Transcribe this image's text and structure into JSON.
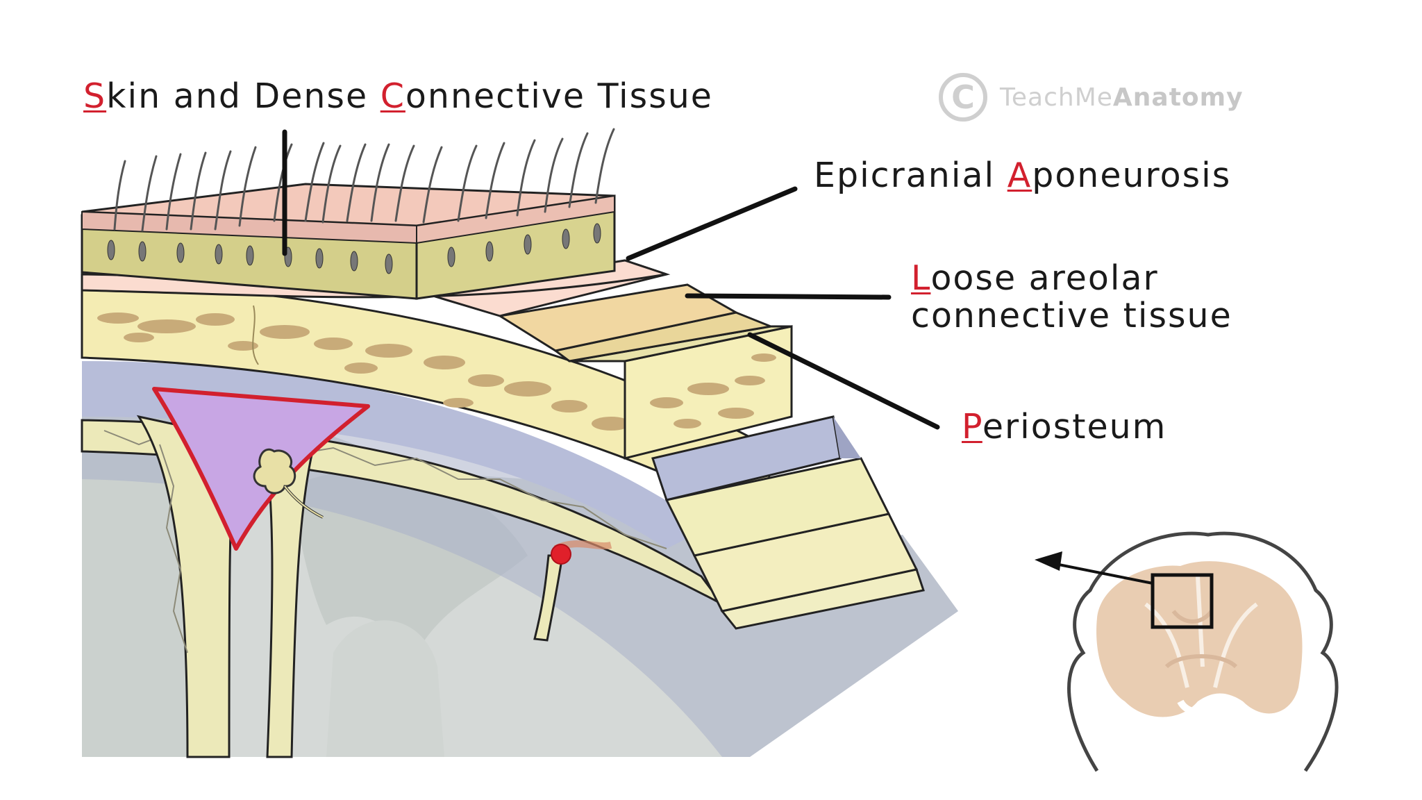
{
  "labels": {
    "skin": {
      "lead": "S",
      "rest1": "kin and Dense ",
      "lead2": "C",
      "rest2": "onnective Tissue"
    },
    "aponeurosis": {
      "lead": "E",
      "lead_red": "A",
      "part1": "picranial ",
      "part2": "poneurosis"
    },
    "loose": {
      "lead": "L",
      "line1_rest": "oose areolar",
      "line2": "connective tissue"
    },
    "periosteum": {
      "lead": "P",
      "rest": "eriosteum"
    }
  },
  "watermark": {
    "symbol": "C",
    "text_light": "TeachMe",
    "text_bold": "Anatomy"
  },
  "colors": {
    "accent_red": "#d2202e",
    "skin": "#f3c9bb",
    "dense_tissue": "#d4cf8a",
    "aponeurosis": "#fbdcd0",
    "loose_areolar": "#f1d7a1",
    "periosteum": "#f5efb9",
    "bone_outer": "#f4ecb3",
    "bone_spots": "#c8ab79",
    "dura": "#b7bdd9",
    "arachnoid": "#ece9b9",
    "sinus": "#c8a6e4",
    "brain": "#cdd3d0",
    "line": "#222222"
  }
}
